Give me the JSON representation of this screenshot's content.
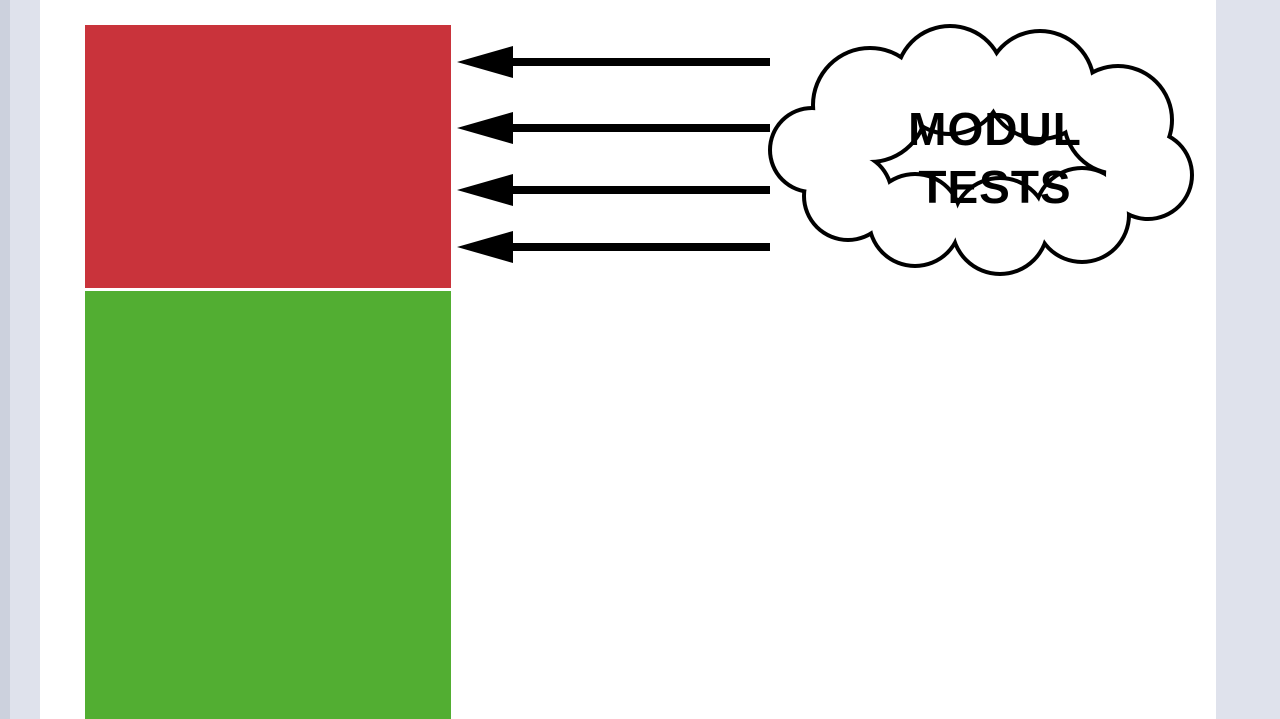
{
  "slide": {
    "background_color": "#dfe2ec",
    "surface_color": "#ffffff",
    "blocks": {
      "red": "#c9333b",
      "green": "#52ae32"
    },
    "arrows": {
      "count": 4,
      "direction": "left",
      "color": "#000000"
    },
    "cloud": {
      "line1": "MODUL",
      "line2": "TESTS",
      "fill": "#ffffff",
      "stroke": "#000000",
      "text_color": "#000000"
    }
  }
}
